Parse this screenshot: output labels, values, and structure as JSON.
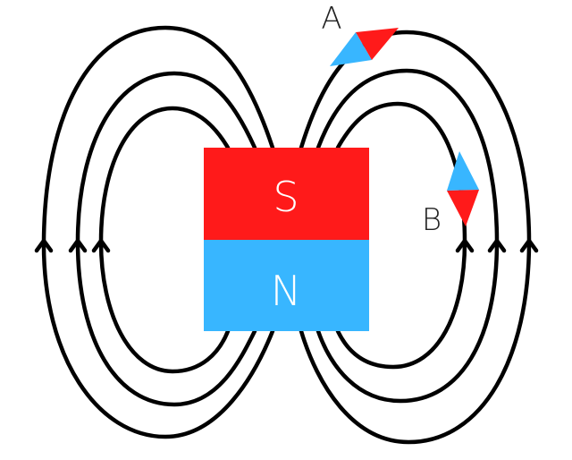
{
  "magnet": {
    "south_label": "S",
    "north_label": "N",
    "south_color": "#ff1a1a",
    "north_color": "#38b6ff"
  },
  "compasses": [
    {
      "label": "A",
      "north_color": "#ff1a1a",
      "south_color": "#38b6ff"
    },
    {
      "label": "B",
      "north_color": "#ff1a1a",
      "south_color": "#38b6ff"
    }
  ],
  "field_lines": {
    "color": "#000000",
    "arrow_direction": "up",
    "left_count": 3,
    "right_count": 3
  }
}
